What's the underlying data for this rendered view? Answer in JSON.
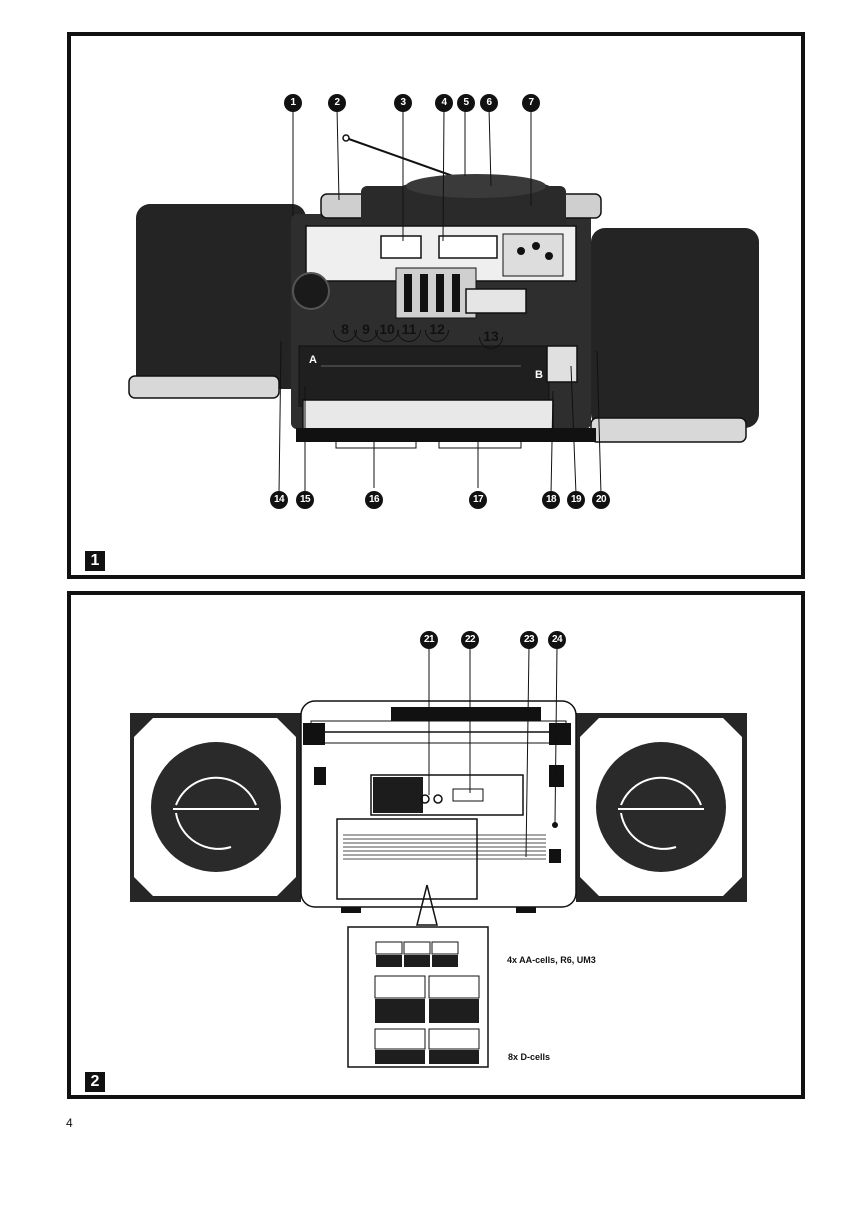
{
  "figures": [
    {
      "number": "1",
      "callouts": [
        "1",
        "2",
        "3",
        "4",
        "5",
        "6",
        "7",
        "14",
        "15",
        "16",
        "17",
        "18",
        "19",
        "20"
      ],
      "ring_labels": [
        "8",
        "9",
        "10",
        "11",
        "12",
        "13"
      ],
      "cassette_labels": {
        "left": "A",
        "right": "B"
      }
    },
    {
      "number": "2",
      "callouts": [
        "21",
        "22",
        "23",
        "24"
      ],
      "battery_labels": [
        "4x AA-cells, R6, UM3",
        "8x D-cells"
      ]
    }
  ],
  "page_number": "4",
  "colors": {
    "ink": "#111111",
    "paper": "#ffffff",
    "speaker_grey": "#2a2a2a"
  }
}
